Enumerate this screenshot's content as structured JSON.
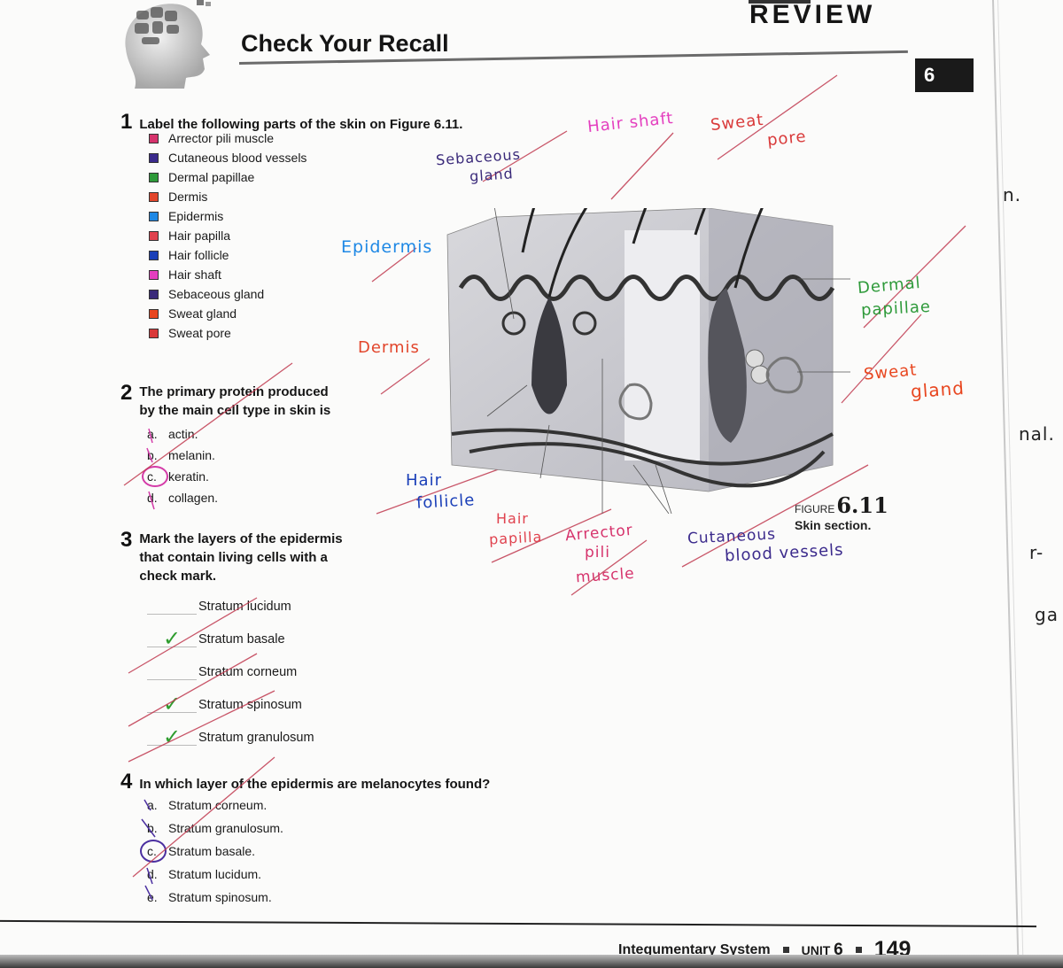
{
  "header": {
    "title": "Check Your Recall",
    "section": "REVIEW",
    "chapter_badge": "6",
    "head_icon": "brain-puzzle-head-icon"
  },
  "question1": {
    "number": "1",
    "prompt": "Label the following parts of the skin on Figure 6.11.",
    "items": [
      {
        "label": "Arrector pili muscle",
        "color": "#d6336c"
      },
      {
        "label": "Cutaneous blood vessels",
        "color": "#3b2a8c"
      },
      {
        "label": "Dermal papillae",
        "color": "#2e9a3a"
      },
      {
        "label": "Dermis",
        "color": "#e2452b"
      },
      {
        "label": "Epidermis",
        "color": "#1e88e5"
      },
      {
        "label": "Hair papilla",
        "color": "#e0424e"
      },
      {
        "label": "Hair follicle",
        "color": "#1a3fb8"
      },
      {
        "label": "Hair shaft",
        "color": "#e43fbf"
      },
      {
        "label": "Sebaceous gland",
        "color": "#3a2a7a"
      },
      {
        "label": "Sweat gland",
        "color": "#e8461f"
      },
      {
        "label": "Sweat pore",
        "color": "#d93a3a"
      }
    ]
  },
  "question2": {
    "number": "2",
    "prompt_line1": "The primary protein produced",
    "prompt_line2": "by the main cell type in skin is",
    "options": [
      {
        "letter": "a.",
        "text": "actin."
      },
      {
        "letter": "b.",
        "text": "melanin."
      },
      {
        "letter": "c.",
        "text": "keratin.",
        "selected": true
      },
      {
        "letter": "d.",
        "text": "collagen."
      }
    ],
    "circle_color": "#d43ba8"
  },
  "question3": {
    "number": "3",
    "prompt_line1": "Mark the layers of the epidermis",
    "prompt_line2": "that contain living cells with a",
    "prompt_line3": "check mark.",
    "layers": [
      {
        "text": "Stratum lucidum",
        "checked": false
      },
      {
        "text": "Stratum basale",
        "checked": true
      },
      {
        "text": "Stratum corneum",
        "checked": false
      },
      {
        "text": "Stratum spinosum",
        "checked": true
      },
      {
        "text": "Stratum granulosum",
        "checked": true
      }
    ],
    "check_glyph": "✓",
    "check_color": "#2f9d2f"
  },
  "question4": {
    "number": "4",
    "prompt": "In which layer of the epidermis are melanocytes found?",
    "options": [
      {
        "letter": "a.",
        "text": "Stratum corneum."
      },
      {
        "letter": "b.",
        "text": "Stratum granulosum."
      },
      {
        "letter": "c.",
        "text": "Stratum basale.",
        "selected": true
      },
      {
        "letter": "d.",
        "text": "Stratum lucidum."
      },
      {
        "letter": "e.",
        "text": "Stratum spinosum."
      }
    ],
    "circle_color": "#4b2fa0"
  },
  "figure": {
    "caption_prefix": "FIGURE",
    "caption_number": "6.11",
    "caption_text": "Skin section.",
    "handwritten_labels": {
      "hair_shaft": "Hair shaft",
      "sweat_pore_1": "Sweat",
      "sweat_pore_2": "pore",
      "sebaceous_1": "Sebaceous",
      "sebaceous_2": "gland",
      "epidermis": "Epidermis",
      "dermis": "Dermis",
      "dermal_papillae_1": "Dermal",
      "dermal_papillae_2": "papillae",
      "sweat_gland_1": "Sweat",
      "sweat_gland_2": "gland",
      "hair_follicle_1": "Hair",
      "hair_follicle_2": "follicle",
      "hair_papilla_1": "Hair",
      "hair_papilla_2": "papilla",
      "arrector_1": "Arrector",
      "arrector_2": "pili",
      "arrector_3": "muscle",
      "cutaneous_1": "Cutaneous",
      "cutaneous_2": "blood vessels"
    }
  },
  "margin_notes": [
    "n.",
    "nal.",
    "r-",
    "ga"
  ],
  "footer": {
    "chapter_title": "Integumentary System",
    "unit_label": "UNIT",
    "unit_number": "6",
    "page_number": "149"
  }
}
